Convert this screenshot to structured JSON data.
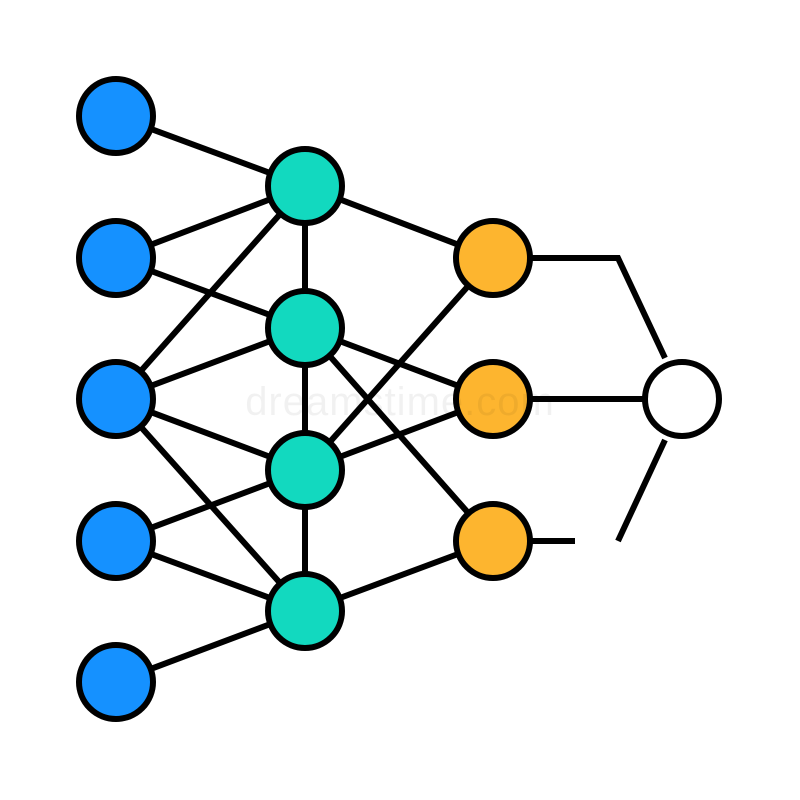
{
  "colors": {
    "input_fill": "#1591FF",
    "hidden_fill": "#12D9BF",
    "output_fill": "#FDB52F",
    "final_fill": "#FFFFFF",
    "stroke": "#000000",
    "background": "#FFFFFF"
  },
  "layers": [
    {
      "name": "input",
      "node_count": 5,
      "color_key": "input_fill"
    },
    {
      "name": "hidden",
      "node_count": 4,
      "color_key": "hidden_fill"
    },
    {
      "name": "output",
      "node_count": 3,
      "color_key": "output_fill"
    },
    {
      "name": "final",
      "node_count": 1,
      "color_key": "final_fill"
    }
  ],
  "connections": {
    "input_to_hidden": [
      [
        0,
        0
      ],
      [
        1,
        0
      ],
      [
        1,
        1
      ],
      [
        2,
        0
      ],
      [
        2,
        1
      ],
      [
        2,
        2
      ],
      [
        2,
        3
      ],
      [
        3,
        2
      ],
      [
        3,
        3
      ],
      [
        4,
        3
      ]
    ],
    "hidden_to_hidden": [
      [
        0,
        1
      ],
      [
        1,
        2
      ],
      [
        2,
        3
      ]
    ],
    "hidden_to_output": [
      [
        0,
        0
      ],
      [
        1,
        1
      ],
      [
        1,
        2
      ],
      [
        2,
        0
      ],
      [
        2,
        1
      ],
      [
        3,
        2
      ]
    ]
  },
  "watermark": {
    "text": "dreamstime.com"
  }
}
